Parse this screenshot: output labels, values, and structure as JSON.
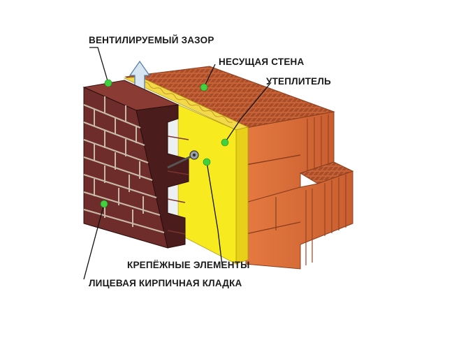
{
  "diagram": {
    "labels": {
      "ventilated_gap": "ВЕНТИЛИРУЕМЫЙ ЗАЗОР",
      "load_bearing_wall": "НЕСУЩАЯ СТЕНА",
      "insulation": "УТЕПЛИТЕЛЬ",
      "fasteners": "КРЕПЁЖНЫЕ ЭЛЕМЕНТЫ",
      "facing_brickwork": "ЛИЦЕВАЯ КИРПИЧНАЯ КЛАДКА"
    },
    "colors": {
      "facing_brick": "#6e2c2a",
      "facing_brick_dark": "#4a1c1c",
      "mortar": "#c9b9a8",
      "insulation": "#f7ea1f",
      "insulation_side": "#e8cf18",
      "ceramic_block": "#d9703a",
      "ceramic_block_dark": "#b8542a",
      "ceramic_top": "#c8643a",
      "gap": "#dfe4e8",
      "arrow": "#d8e6f2",
      "marker": "#3fd13f"
    },
    "icons": {
      "airflow": "up-arrow-icon",
      "fastener": "wall-anchor-icon"
    }
  }
}
